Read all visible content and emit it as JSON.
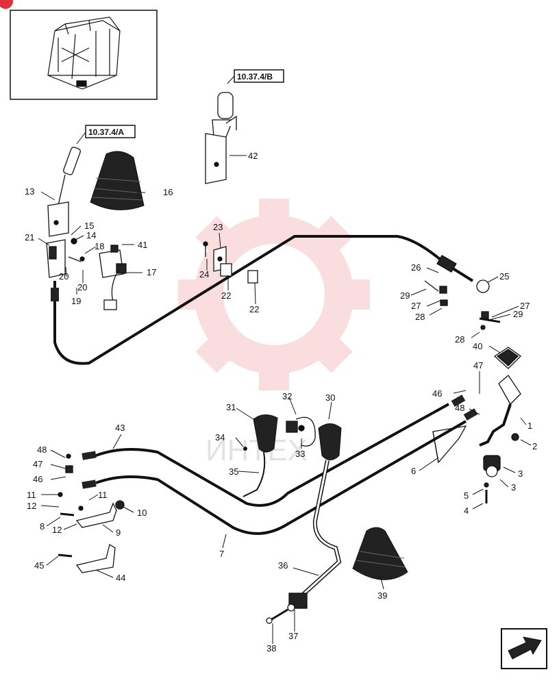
{
  "diagram": {
    "callouts": [
      {
        "id": "c1",
        "text": "1"
      },
      {
        "id": "c2",
        "text": "2"
      },
      {
        "id": "c3a",
        "text": "3"
      },
      {
        "id": "c3b",
        "text": "3"
      },
      {
        "id": "c4",
        "text": "4"
      },
      {
        "id": "c5",
        "text": "5"
      },
      {
        "id": "c6",
        "text": "6"
      },
      {
        "id": "c7",
        "text": "7"
      },
      {
        "id": "c8",
        "text": "8"
      },
      {
        "id": "c9",
        "text": "9"
      },
      {
        "id": "c10",
        "text": "10"
      },
      {
        "id": "c11a",
        "text": "11"
      },
      {
        "id": "c11b",
        "text": "11"
      },
      {
        "id": "c12a",
        "text": "12"
      },
      {
        "id": "c12b",
        "text": "12"
      },
      {
        "id": "c13",
        "text": "13"
      },
      {
        "id": "c14",
        "text": "14"
      },
      {
        "id": "c15",
        "text": "15"
      },
      {
        "id": "c16",
        "text": "16"
      },
      {
        "id": "c17",
        "text": "17"
      },
      {
        "id": "c18",
        "text": "18"
      },
      {
        "id": "c19",
        "text": "19"
      },
      {
        "id": "c20a",
        "text": "20"
      },
      {
        "id": "c20b",
        "text": "20"
      },
      {
        "id": "c21",
        "text": "21"
      },
      {
        "id": "c22a",
        "text": "22"
      },
      {
        "id": "c22b",
        "text": "22"
      },
      {
        "id": "c23",
        "text": "23"
      },
      {
        "id": "c24",
        "text": "24"
      },
      {
        "id": "c25",
        "text": "25"
      },
      {
        "id": "c26",
        "text": "26"
      },
      {
        "id": "c27a",
        "text": "27"
      },
      {
        "id": "c27b",
        "text": "27"
      },
      {
        "id": "c28a",
        "text": "28"
      },
      {
        "id": "c28b",
        "text": "28"
      },
      {
        "id": "c29a",
        "text": "29"
      },
      {
        "id": "c29b",
        "text": "29"
      },
      {
        "id": "c30",
        "text": "30"
      },
      {
        "id": "c31",
        "text": "31"
      },
      {
        "id": "c32",
        "text": "32"
      },
      {
        "id": "c33",
        "text": "33"
      },
      {
        "id": "c34",
        "text": "34"
      },
      {
        "id": "c35",
        "text": "35"
      },
      {
        "id": "c36",
        "text": "36"
      },
      {
        "id": "c37",
        "text": "37"
      },
      {
        "id": "c38",
        "text": "38"
      },
      {
        "id": "c39",
        "text": "39"
      },
      {
        "id": "c40",
        "text": "40"
      },
      {
        "id": "c41",
        "text": "41"
      },
      {
        "id": "c42",
        "text": "42"
      },
      {
        "id": "c43",
        "text": "43"
      },
      {
        "id": "c44",
        "text": "44"
      },
      {
        "id": "c45",
        "text": "45"
      },
      {
        "id": "c46a",
        "text": "46"
      },
      {
        "id": "c46b",
        "text": "46"
      },
      {
        "id": "c47a",
        "text": "47"
      },
      {
        "id": "c47b",
        "text": "47"
      },
      {
        "id": "c48a",
        "text": "48"
      },
      {
        "id": "c48b",
        "text": "48"
      }
    ],
    "references": {
      "ref_a": "10.37.4/A",
      "ref_b": "10.37.4/B"
    },
    "watermark_text": "ИНТЕХ",
    "colors": {
      "line": "#111111",
      "watermark": "#f2b8bb",
      "badge": "#e0313a"
    },
    "icons": {
      "next_page": "next-page-arrow-icon",
      "cab_thumbnail": "cab-overview-icon"
    }
  }
}
